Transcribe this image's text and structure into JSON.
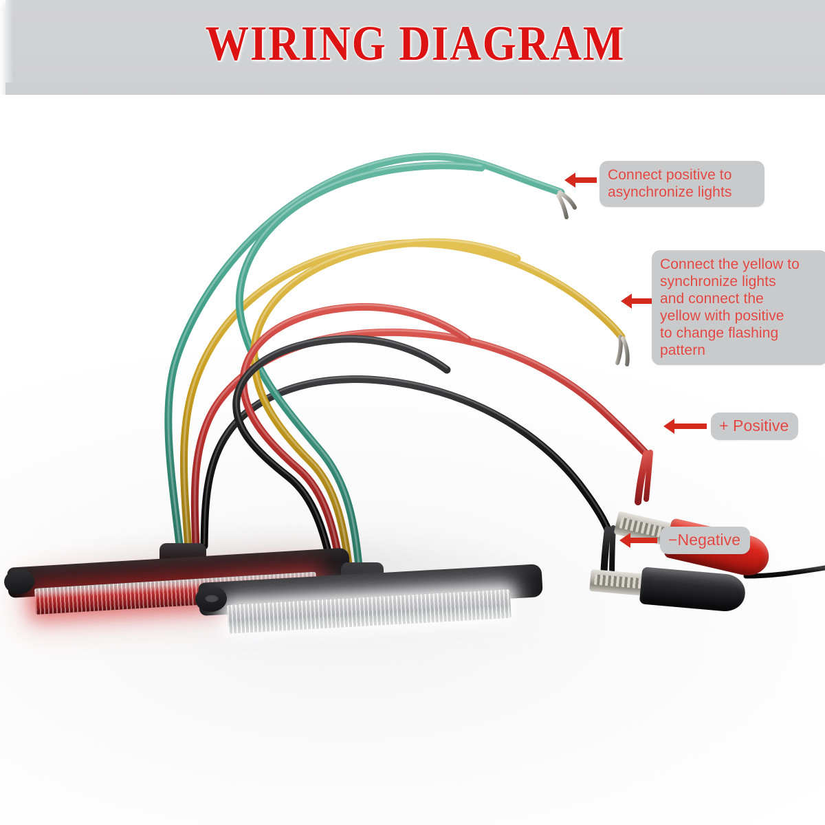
{
  "header": {
    "title": "WIRING DIAGRAM",
    "background_color": "#d0d1d3",
    "title_color": "#dd1212"
  },
  "annotations": [
    {
      "id": "asynchronize",
      "lines": [
        "Connect positive to",
        "asynchronize lights"
      ],
      "text": "Connect positive to asynchronize lights",
      "points_to": "green-wire-stripped-ends"
    },
    {
      "id": "synchronize",
      "lines": [
        "Connect the yellow to",
        "synchronize lights",
        "and connect the",
        "yellow with positive",
        "to change flashing",
        "pattern"
      ],
      "text": "Connect the yellow to synchronize lights and connect the yellow with positive to change flashing pattern",
      "points_to": "yellow-wire-stripped-ends"
    },
    {
      "id": "positive",
      "lines": [
        "+ Positive"
      ],
      "text": "+ Positive",
      "points_to": "red-alligator-clip"
    },
    {
      "id": "negative",
      "lines": [
        "−Negative"
      ],
      "text": "−Negative",
      "points_to": "black-alligator-clip"
    }
  ],
  "wires": [
    {
      "name": "green-wire",
      "color": "#3f9c86",
      "label": "asynchronize signal"
    },
    {
      "name": "yellow-wire",
      "color": "#c79c1f",
      "label": "synchronize signal"
    },
    {
      "name": "red-wire",
      "color": "#b9302e",
      "label": "positive"
    },
    {
      "name": "black-wire",
      "color": "#161616",
      "label": "negative"
    }
  ],
  "lamps": [
    {
      "name": "led-lamp-red",
      "lens": "red",
      "lens_color": "#c72f2f",
      "housing_color": "#151517"
    },
    {
      "name": "led-lamp-white",
      "lens": "white",
      "lens_color": "#e9eaec",
      "housing_color": "#151517"
    }
  ],
  "clips": [
    {
      "name": "red-alligator-clip",
      "polarity": "+",
      "boot_color": "#cf1f18"
    },
    {
      "name": "black-alligator-clip",
      "polarity": "−",
      "boot_color": "#1a1a1c"
    }
  ],
  "colors": {
    "accent_red": "#d42a1e",
    "callout_bg": "#c9cacc",
    "callout_text": "#e0453f",
    "banner_bg": "#d0d1d3"
  }
}
